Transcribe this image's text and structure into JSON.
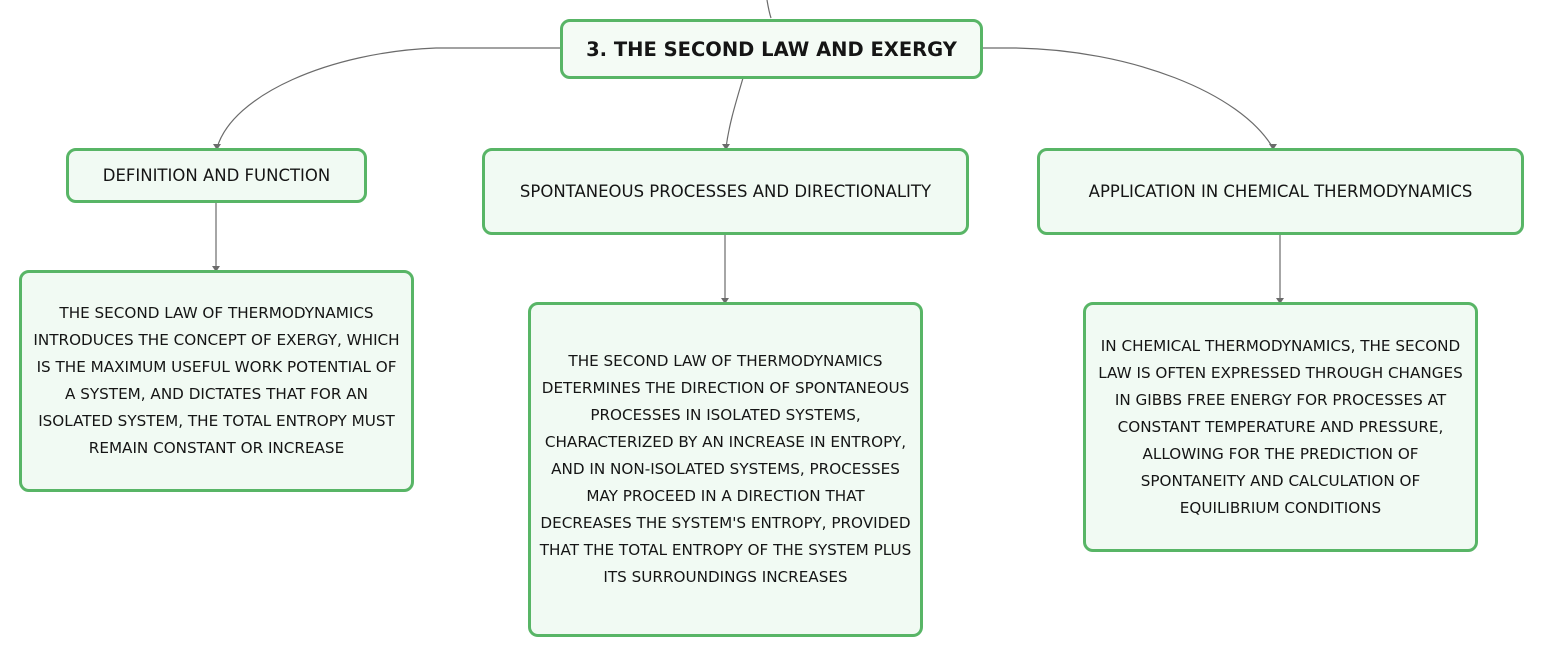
{
  "diagram": {
    "root": {
      "label": "3. THE SECOND LAW AND EXERGY"
    },
    "branches": [
      {
        "label": "DEFINITION AND FUNCTION",
        "detail": "THE SECOND LAW OF THERMODYNAMICS INTRODUCES THE CONCEPT OF EXERGY, WHICH IS THE MAXIMUM USEFUL WORK POTENTIAL OF A SYSTEM, AND DICTATES THAT FOR AN ISOLATED SYSTEM, THE TOTAL ENTROPY MUST REMAIN CONSTANT OR INCREASE"
      },
      {
        "label": "SPONTANEOUS PROCESSES AND DIRECTIONALITY",
        "detail": "THE SECOND LAW OF THERMODYNAMICS DETERMINES THE DIRECTION OF SPONTANEOUS PROCESSES IN ISOLATED SYSTEMS, CHARACTERIZED BY AN INCREASE IN ENTROPY, AND IN NON-ISOLATED SYSTEMS, PROCESSES MAY PROCEED IN A DIRECTION THAT DECREASES THE SYSTEM'S ENTROPY, PROVIDED THAT THE TOTAL ENTROPY OF THE SYSTEM PLUS ITS SURROUNDINGS INCREASES"
      },
      {
        "label": "APPLICATION IN CHEMICAL THERMODYNAMICS",
        "detail": "IN CHEMICAL THERMODYNAMICS, THE SECOND LAW IS OFTEN EXPRESSED THROUGH CHANGES IN GIBBS FREE ENERGY FOR PROCESSES AT CONSTANT TEMPERATURE AND PRESSURE, ALLOWING FOR THE PREDICTION OF SPONTANEITY AND CALCULATION OF EQUILIBRIUM CONDITIONS"
      }
    ],
    "colors": {
      "node_border": "#58b566",
      "node_fill": "#f1faf3",
      "connector": "#6b6b6b",
      "text": "#151515"
    }
  }
}
